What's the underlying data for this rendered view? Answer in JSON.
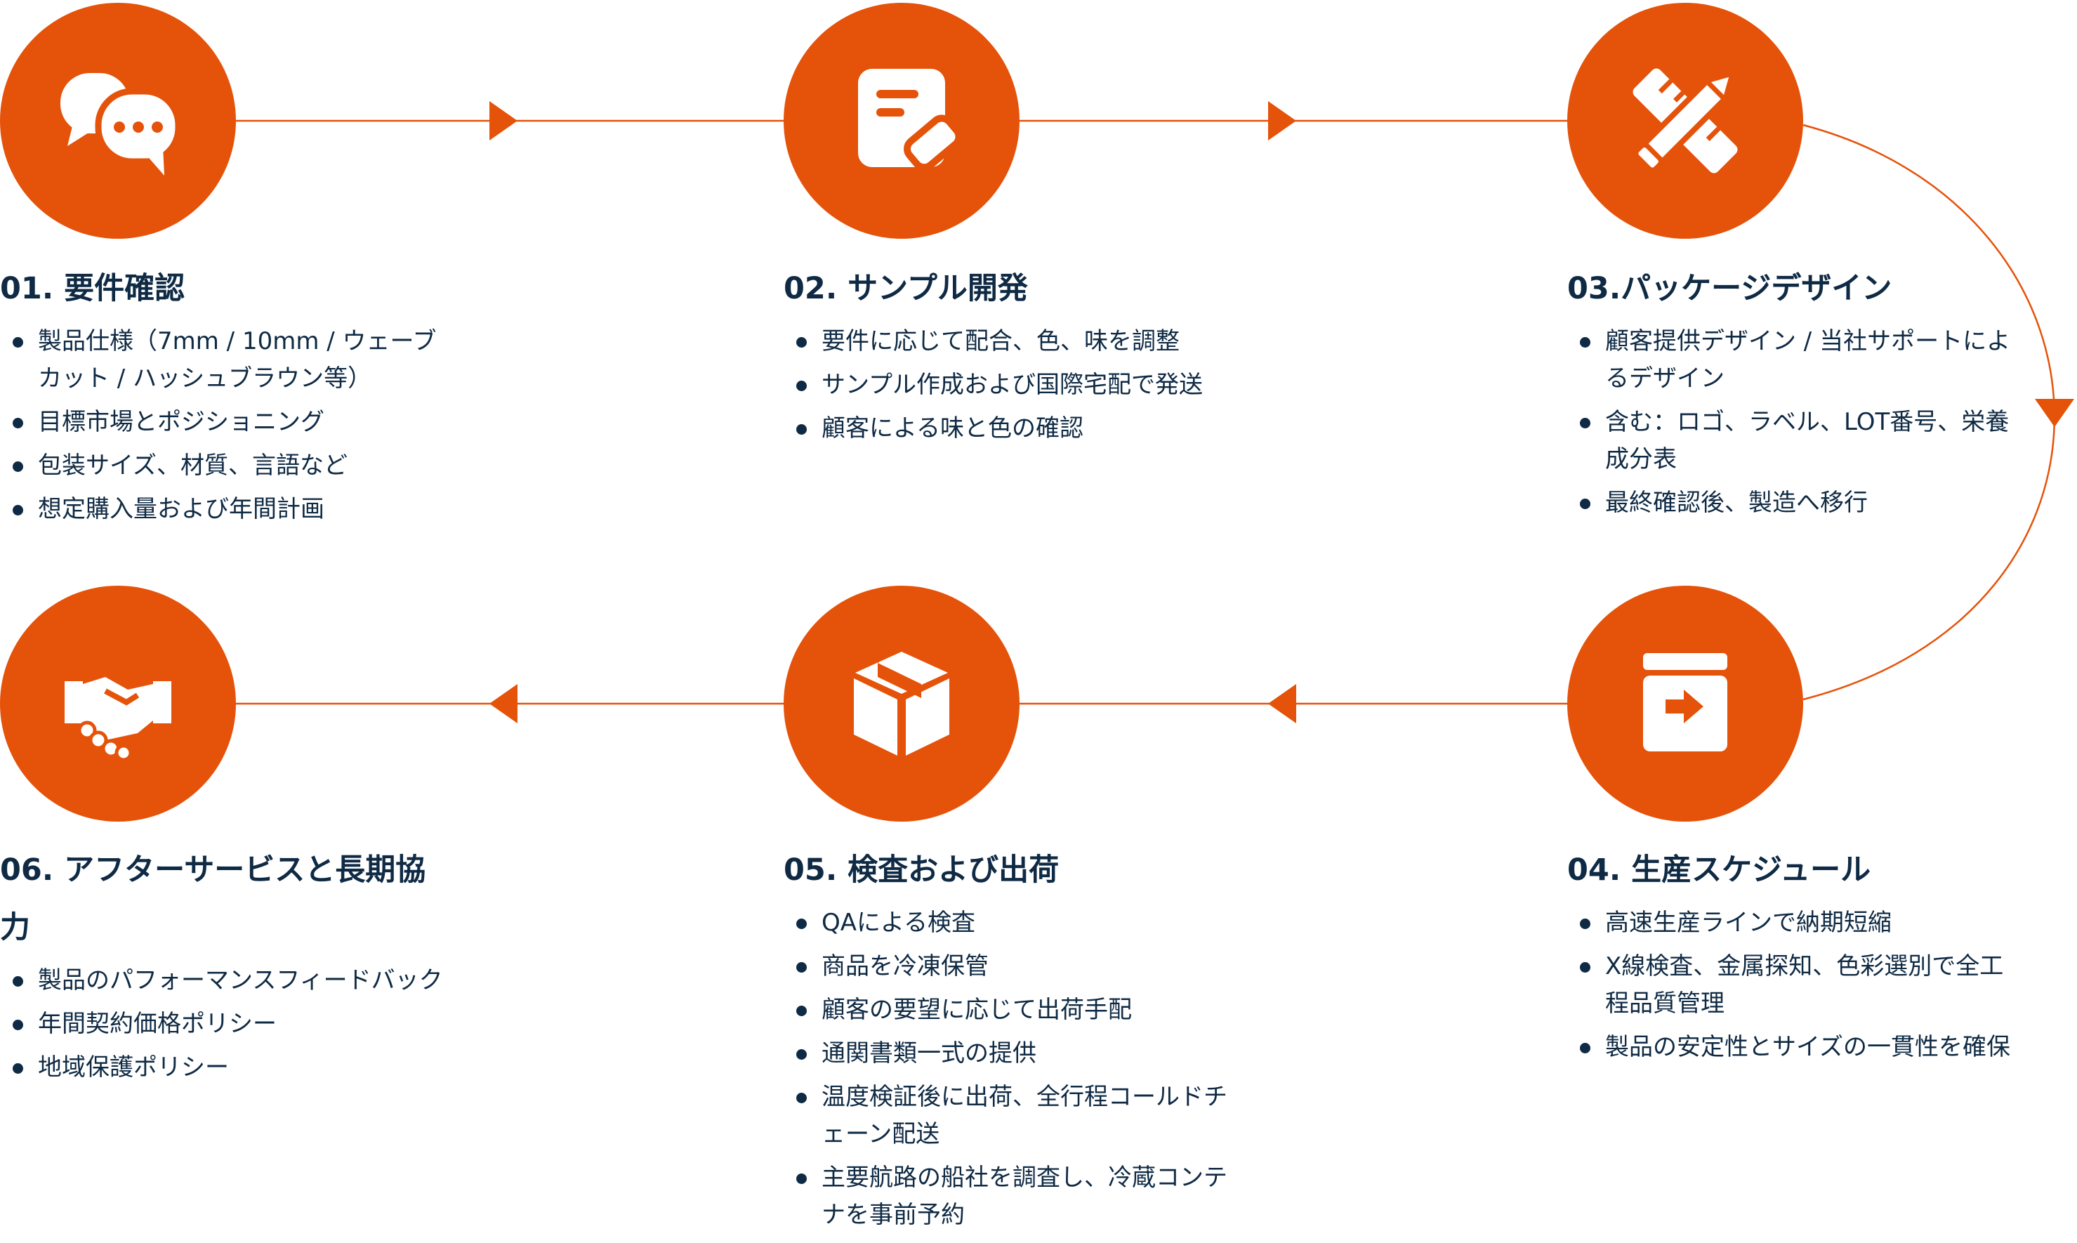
{
  "colors": {
    "accent": "#e55209",
    "text": "#0f2a44",
    "background": "#ffffff"
  },
  "steps": [
    {
      "title": "01. 要件確認",
      "icon": "chat-bubbles-icon",
      "items": [
        "製品仕様（7mm / 10mm / ウェーブカット / ハッシュブラウン等）",
        "目標市場とポジショニング",
        "包装サイズ、材質、言語など",
        "想定購入量および年間計画"
      ]
    },
    {
      "title": "02. サンプル開発",
      "icon": "document-edit-icon",
      "items": [
        "要件に応じて配合、色、味を調整",
        "サンプル作成および国際宅配で発送",
        "顧客による味と色の確認"
      ]
    },
    {
      "title": "03.パッケージデザイン",
      "icon": "pencil-ruler-icon",
      "items": [
        "顧客提供デザイン / 当社サポートによるデザイン",
        "含む：ロゴ、ラベル、LOT番号、栄養成分表",
        "最終確認後、製造へ移行"
      ]
    },
    {
      "title": "04. 生産スケジュール",
      "icon": "archive-arrow-icon",
      "items": [
        "高速生産ラインで納期短縮",
        "X線検査、金属探知、色彩選別で全工程品質管理",
        "製品の安定性とサイズの一貫性を確保"
      ]
    },
    {
      "title": "05. 検査および出荷",
      "icon": "package-box-icon",
      "items": [
        "QAによる検査",
        "商品を冷凍保管",
        "顧客の要望に応じて出荷手配",
        "通関書類一式の提供",
        "温度検証後に出荷、全行程コールドチェーン配送",
        "主要航路の船社を調査し、冷蔵コンテナを事前予約"
      ]
    },
    {
      "title": "06. アフターサービスと長期協力",
      "icon": "handshake-icon",
      "items": [
        "製品のパフォーマンスフィードバック",
        "年間契約価格ポリシー",
        "地域保護ポリシー"
      ]
    }
  ]
}
